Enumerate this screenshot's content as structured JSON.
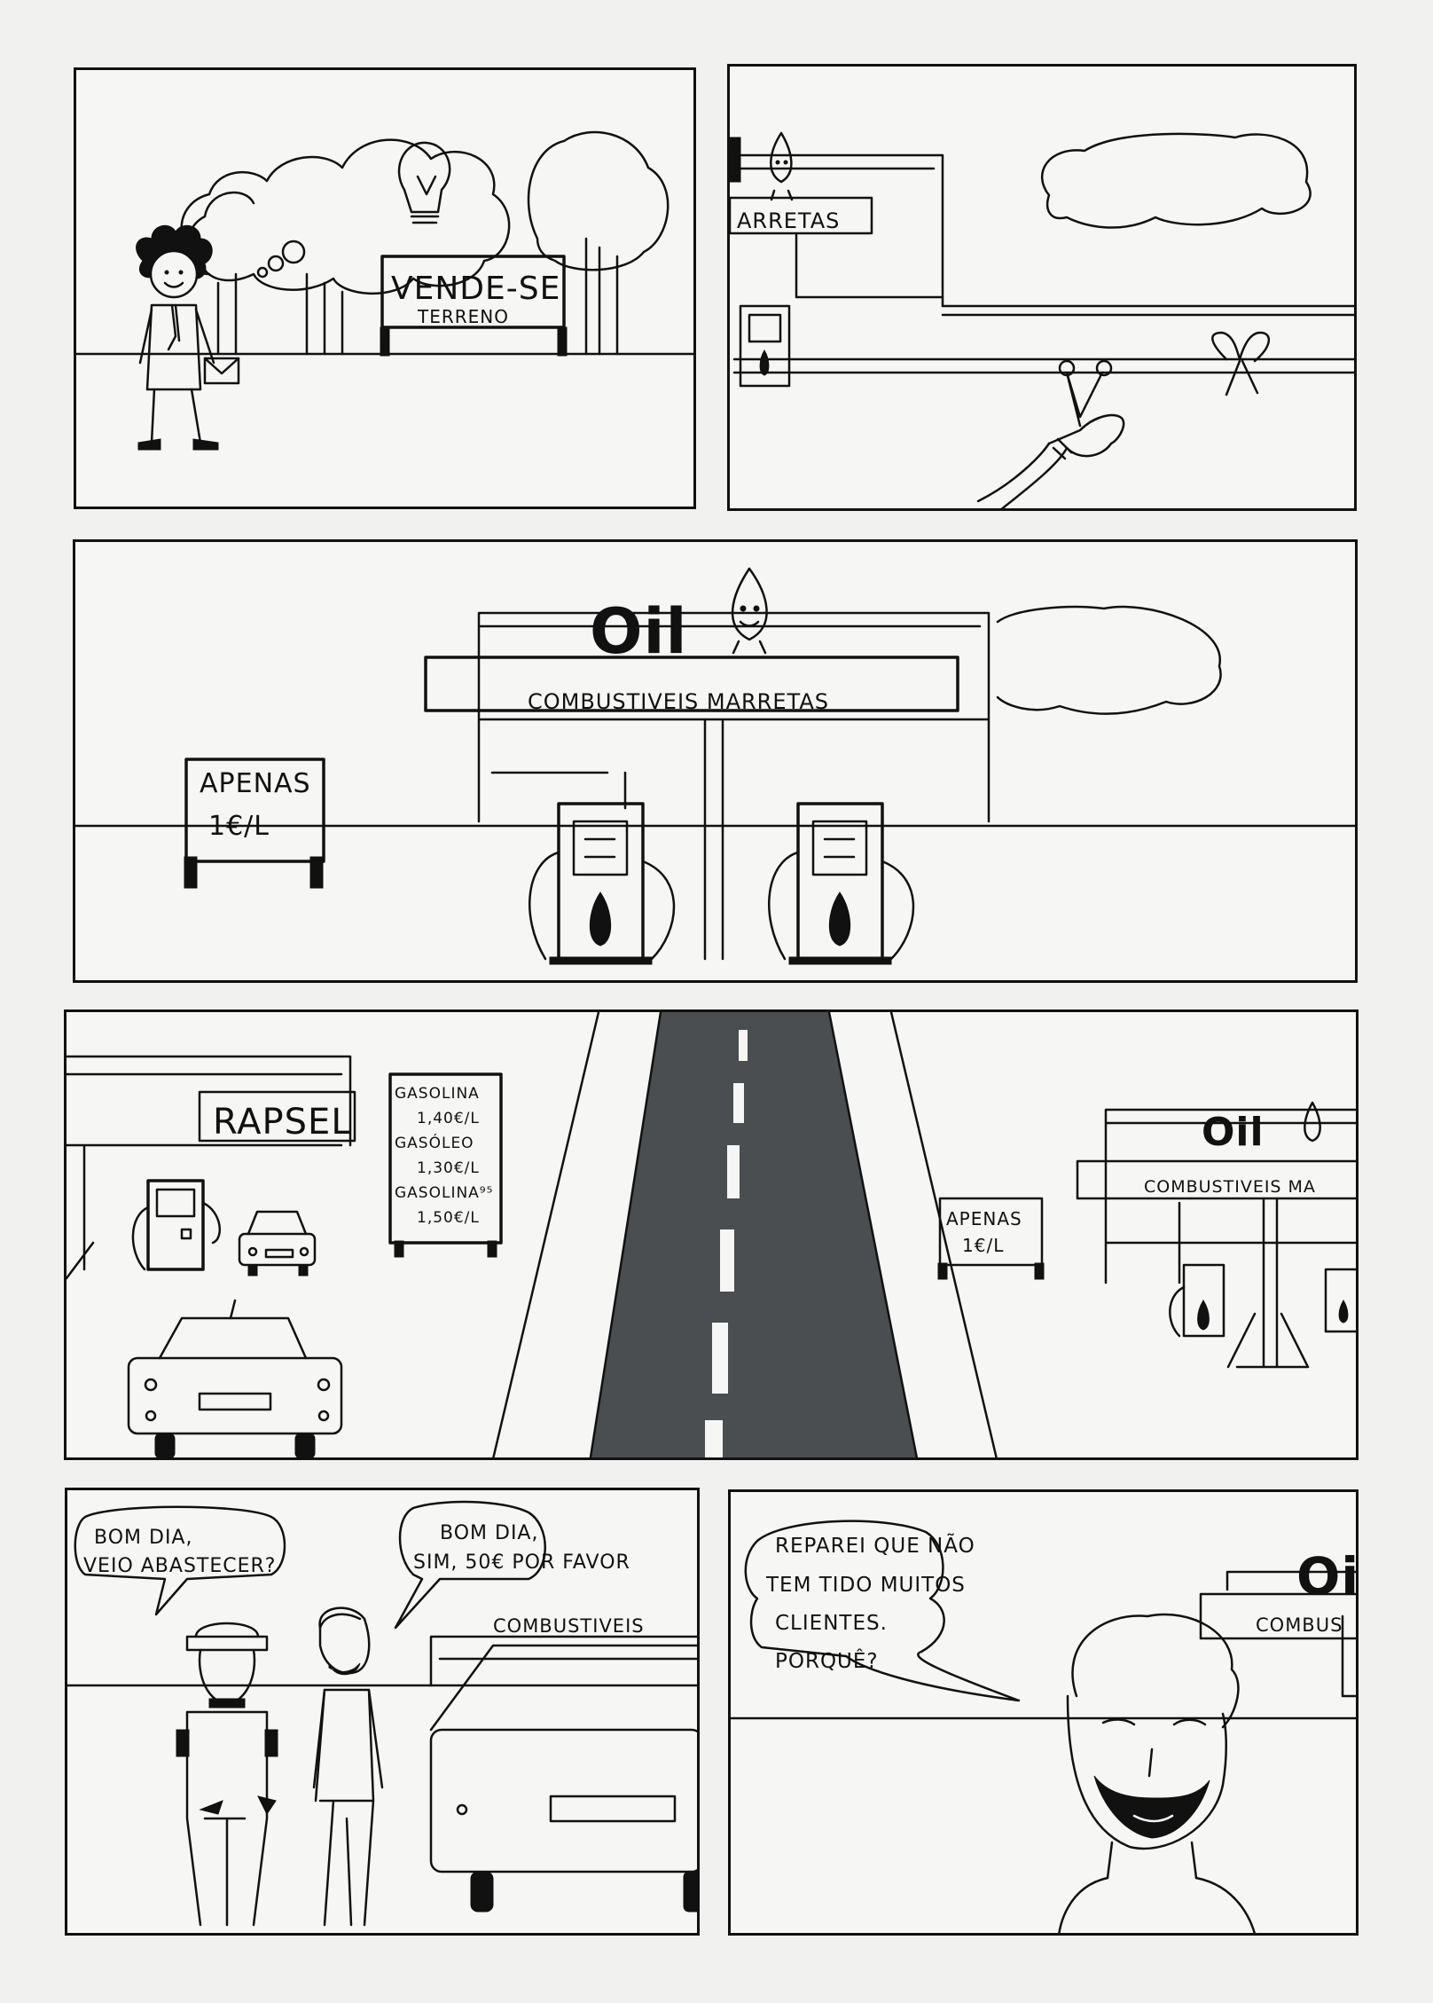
{
  "panels": {
    "p1": {
      "sign_line1": "VENDE-SE",
      "sign_line2": "TERRENO"
    },
    "p2": {
      "sign": "ARRETAS"
    },
    "p3": {
      "logo": "Oil",
      "station_name": "COMBUSTIVEIS MARRETAS",
      "price_line1": "APENAS",
      "price_line2": "1€/L"
    },
    "p4": {
      "competitor_name": "RAPSEL",
      "price_board": [
        "GASOLINA",
        "1,40€/L",
        "GASÓLEO",
        "1,30€/L",
        "GASOLINA⁹⁵",
        "1,50€/L"
      ],
      "sign_line1": "APENAS",
      "sign_line2": "1€/L",
      "logo": "Oil",
      "station_name_partial": "COMBUSTIVEIS MA"
    },
    "p5": {
      "speech_attendant": [
        "BOM DIA,",
        "VEIO ABASTECER?"
      ],
      "speech_customer": [
        "BOM DIA,",
        "SIM, 50€ POR FAVOR"
      ],
      "station_name_partial": "COMBUSTIVEIS"
    },
    "p6": {
      "speech": [
        "REPAREI QUE NÃO",
        "TEM TIDO MUITOS",
        "CLIENTES.",
        "PORQUÊ?"
      ],
      "logo_partial": "Oi",
      "station_name_partial": "COMBUS"
    }
  }
}
